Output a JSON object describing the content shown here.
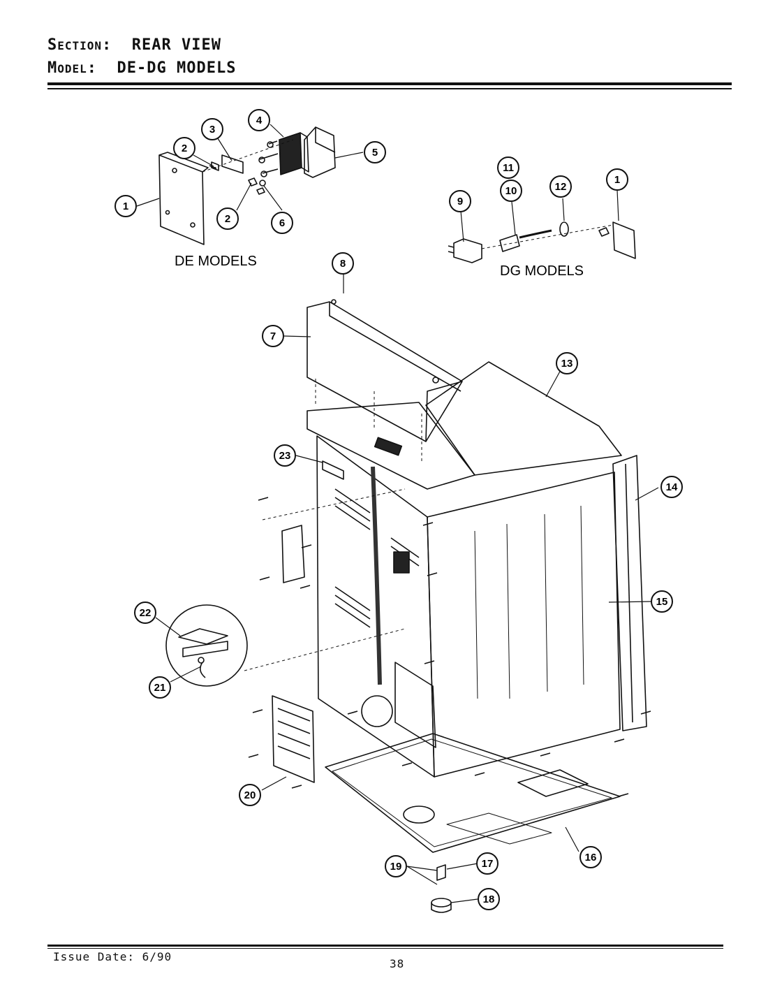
{
  "header": {
    "section_key_first": "S",
    "section_key_rest": "ECTION",
    "section_sep": ":",
    "section_value": "REAR VIEW",
    "model_key_first": "M",
    "model_key_rest": "ODEL",
    "model_sep": ":",
    "model_value": "DE-DG MODELS"
  },
  "diagram": {
    "group_labels": {
      "de": "DE MODELS",
      "dg": "DG MODELS"
    },
    "callouts": [
      "1",
      "2",
      "3",
      "4",
      "5",
      "2",
      "6",
      "1",
      "9",
      "11",
      "10",
      "12",
      "8",
      "7",
      "13",
      "23",
      "14",
      "15",
      "22",
      "21",
      "20",
      "16",
      "19",
      "17",
      "18"
    ]
  },
  "footer": {
    "issue_date": "Issue Date: 6/90",
    "page_number": "38"
  }
}
